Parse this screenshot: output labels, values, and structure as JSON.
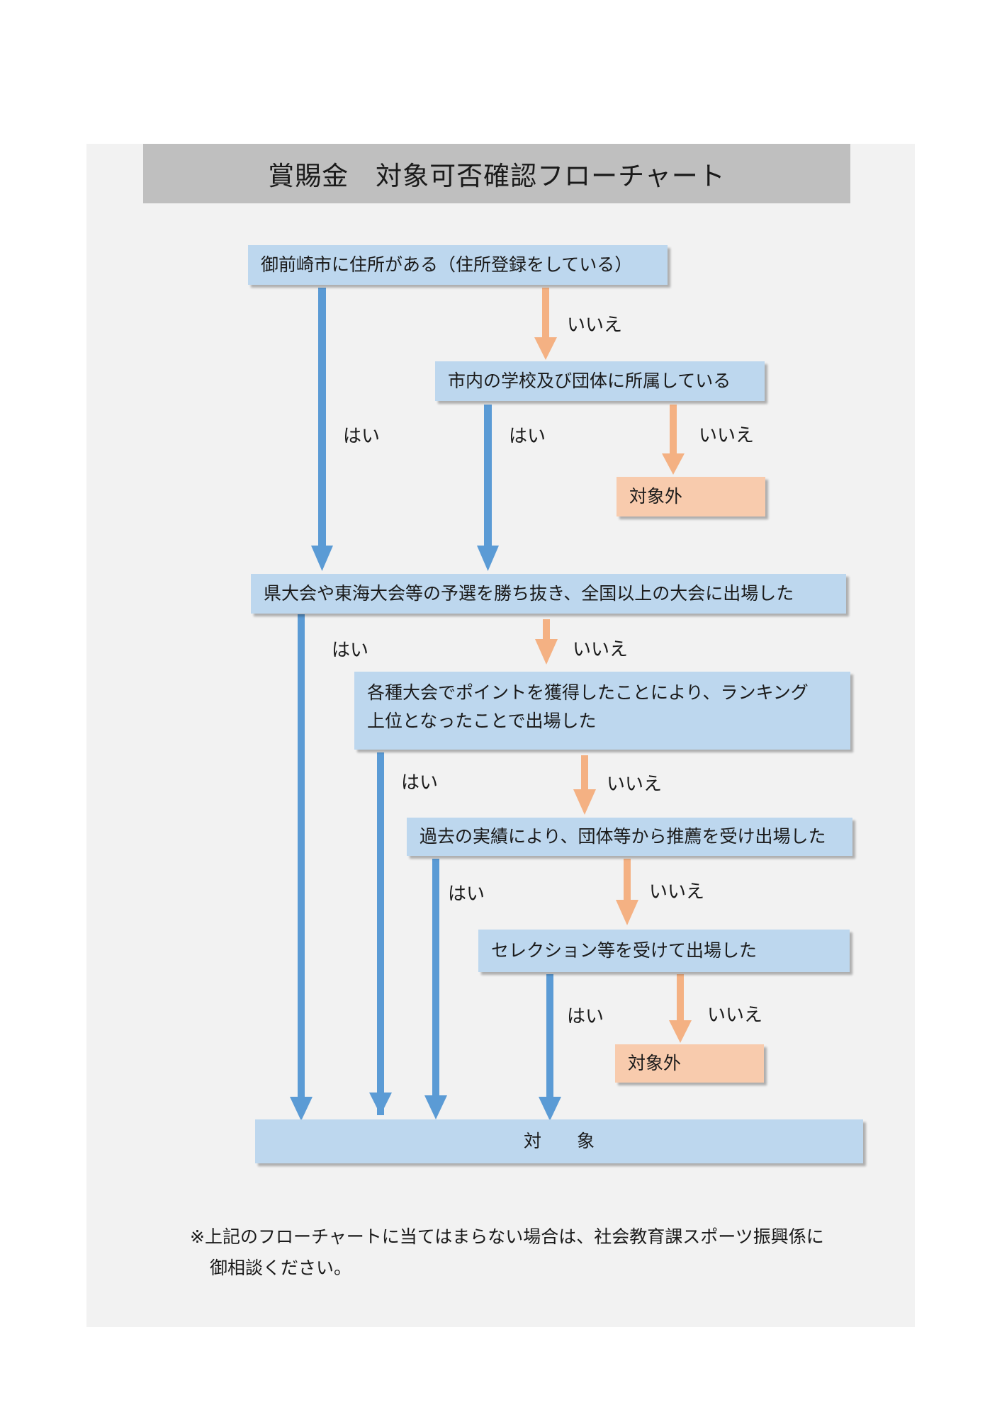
{
  "title": "賞賜金　対象可否確認フローチャート",
  "nodes": {
    "q1": "御前崎市に住所がある（住所登録をしている）",
    "q2": "市内の学校及び団体に所属している",
    "out1": "対象外",
    "q3": "県大会や東海大会等の予選を勝ち抜き、全国以上の大会に出場した",
    "q4_line1": "各種大会でポイントを獲得したことにより、ランキング",
    "q4_line2": "上位となったことで出場した",
    "q5": "過去の実績により、団体等から推薦を受け出場した",
    "q6": "セレクション等を受けて出場した",
    "out2": "対象外",
    "target": "対　　象"
  },
  "labels": {
    "yes": "はい",
    "no": "いいえ"
  },
  "note": {
    "line1": "※上記のフローチャートに当てはまらない場合は、社会教育課スポーツ振興係に",
    "line2": "御相談ください。"
  },
  "colors": {
    "yes_arrow": "#5b9bd5",
    "no_arrow": "#f4b183",
    "box": "#bdd7ee",
    "out_box": "#f8cbad",
    "title_bar": "#bfbfbf",
    "panel": "#f2f2f2"
  }
}
